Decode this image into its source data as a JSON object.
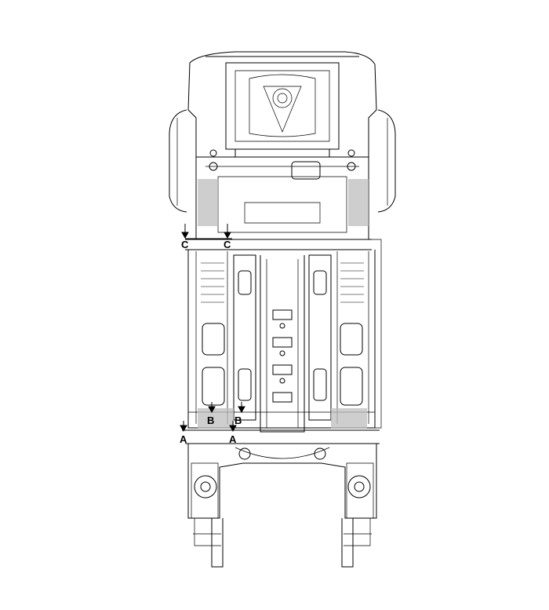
{
  "section_labels": {
    "c_left": "C",
    "c_right": "C",
    "b_left": "B",
    "b_right": "B",
    "a_left": "A",
    "a_right": "A"
  },
  "colors": {
    "line": "#000000",
    "light_line": "#555555",
    "shade": "#bdbdbd",
    "background": "#ffffff"
  }
}
